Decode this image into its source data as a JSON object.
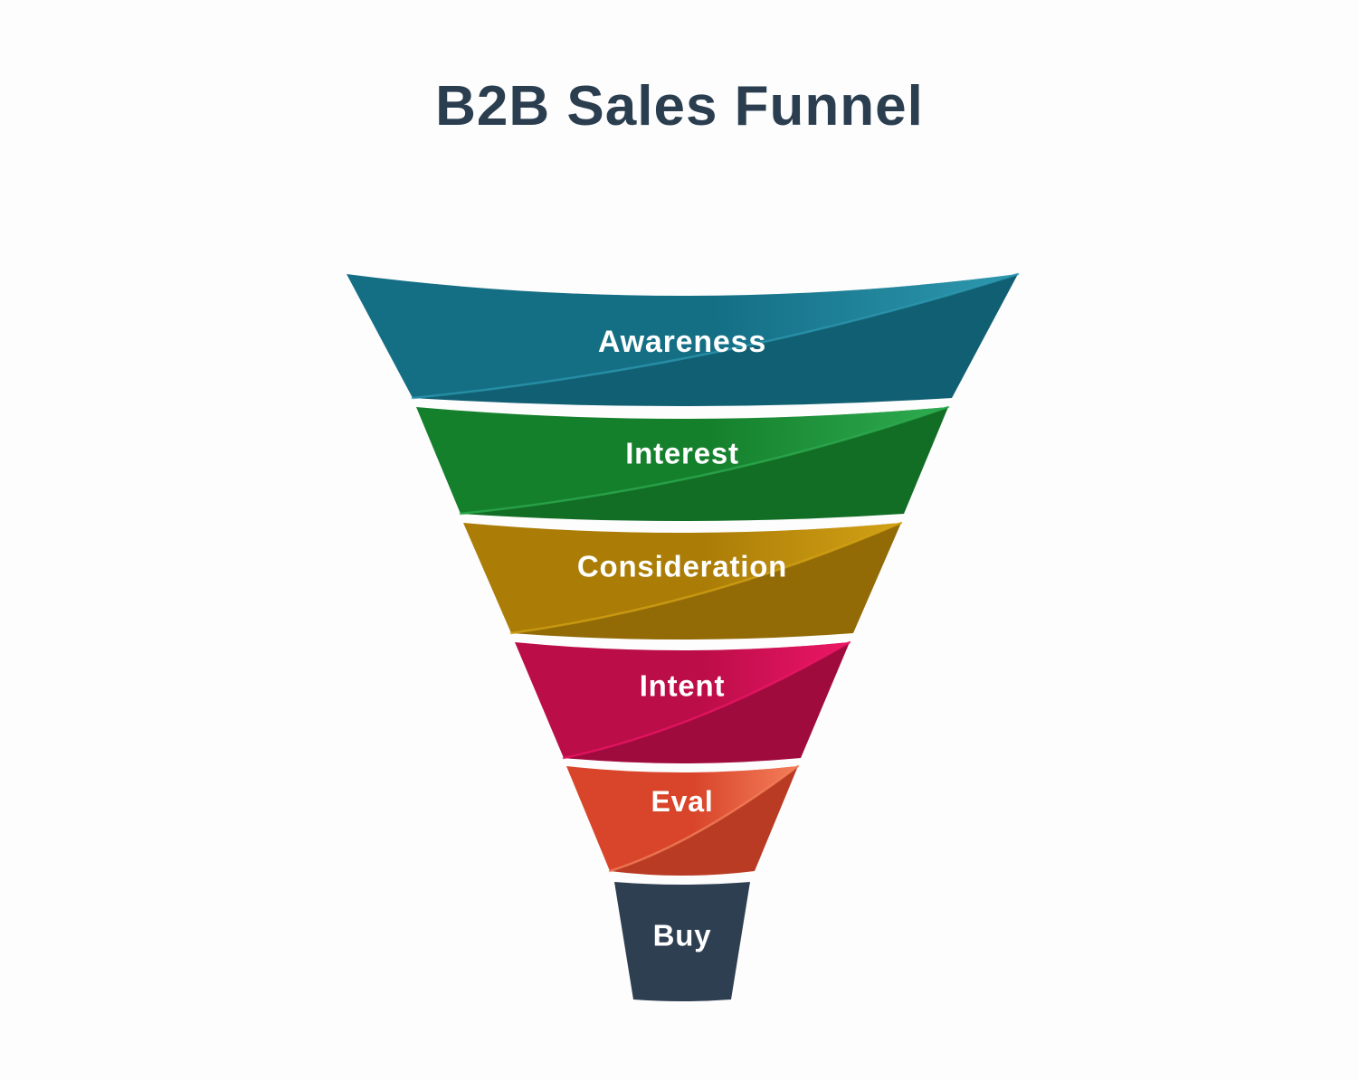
{
  "title": "B2B Sales Funnel",
  "colors": {
    "background": "#fdfdfd",
    "title": "#2b3e50",
    "stage_label": "#ffffff"
  },
  "funnel": {
    "stages": [
      {
        "label": "Awareness",
        "color": "#146f85",
        "highlight": "#2e9ab1"
      },
      {
        "label": "Interest",
        "color": "#15802c",
        "highlight": "#2fae52"
      },
      {
        "label": "Consideration",
        "color": "#ab7d07",
        "highlight": "#d4a316"
      },
      {
        "label": "Intent",
        "color": "#bb0d47",
        "highlight": "#ee1767"
      },
      {
        "label": "Eval",
        "color": "#d8452a",
        "highlight": "#f5815c"
      },
      {
        "label": "Buy",
        "color": "#2e3f52",
        "highlight": "#3d5268"
      }
    ]
  }
}
